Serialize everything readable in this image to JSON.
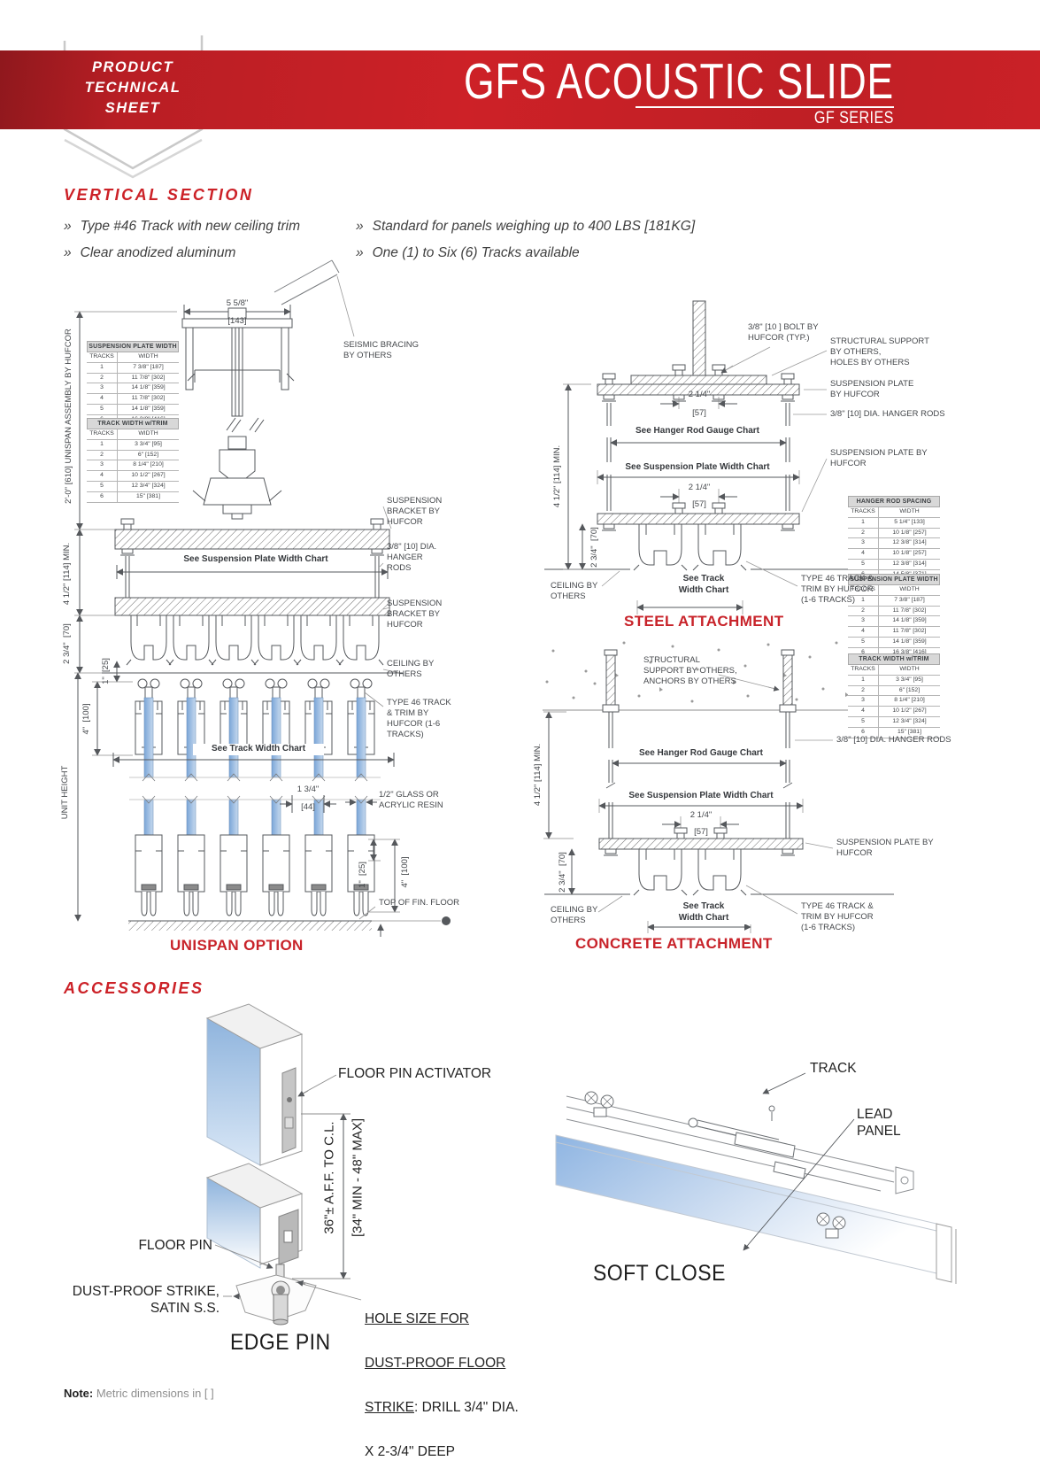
{
  "header": {
    "ribbon_line1": "PRODUCT",
    "ribbon_line2": "TECHNICAL",
    "ribbon_line3": "SHEET",
    "title": "GFS ACOUSTIC SLIDE",
    "series": "GF SERIES",
    "accent_red": "#cc2127"
  },
  "vertical_section": {
    "heading": "VERTICAL SECTION",
    "marker": "»",
    "col1": [
      {
        "text": "Type #46 Track with new ceiling trim"
      },
      {
        "text": "Clear anodized aluminum"
      }
    ],
    "col2": [
      {
        "text": "Standard for panels weighing up to 400 LBS [181KG]"
      },
      {
        "text": "One (1) to Six (6) Tracks available"
      }
    ]
  },
  "tables": {
    "suspension_plate": {
      "title": "SUSPENSION PLATE WIDTH",
      "headers": [
        "TRACKS",
        "WIDTH"
      ],
      "rows": [
        [
          "1",
          "7 3/8\" [187]"
        ],
        [
          "2",
          "11 7/8\" [302]"
        ],
        [
          "3",
          "14 1/8\" [359]"
        ],
        [
          "4",
          "11 7/8\" [302]"
        ],
        [
          "5",
          "14 1/8\" [359]"
        ],
        [
          "6",
          "16 3/8\" [416]"
        ]
      ]
    },
    "track_width": {
      "title": "TRACK WIDTH w/TRIM",
      "headers": [
        "TRACKS",
        "WIDTH"
      ],
      "rows": [
        [
          "1",
          "3 3/4\" [95]"
        ],
        [
          "2",
          "6\" [152]"
        ],
        [
          "3",
          "8 1/4\" [210]"
        ],
        [
          "4",
          "10 1/2\" [267]"
        ],
        [
          "5",
          "12 3/4\" [324]"
        ],
        [
          "6",
          "15\" [381]"
        ]
      ]
    },
    "hanger_rod": {
      "title": "HANGER ROD SPACING",
      "headers": [
        "TRACKS",
        "WIDTH"
      ],
      "rows": [
        [
          "1",
          "5 1/4\" [133]"
        ],
        [
          "2",
          "10 1/8\" [257]"
        ],
        [
          "3",
          "12 3/8\" [314]"
        ],
        [
          "4",
          "10 1/8\" [257]"
        ],
        [
          "5",
          "12 3/8\" [314]"
        ],
        [
          "6",
          "14 5/8\" [371]"
        ]
      ]
    }
  },
  "unispan": {
    "caption": "UNISPAN OPTION",
    "dim_top": "5 5/8\"",
    "dim_top_mm": "[143]",
    "seismic": "SEISMIC BRACING\nBY OTHERS",
    "left_assembly": "2'-0\" [610] UNISPAN ASSEMBLY BY HUFCOR",
    "dim_min": "4 1/2\" [114] MIN.",
    "dim_234": "2 3/4\"  [70]",
    "dim_1": "1\"  [25]",
    "dim_4": "4\"  [100]",
    "unit_height": "UNIT HEIGHT",
    "see_plate": "See Suspension Plate Width Chart",
    "see_track": "See Track Width Chart",
    "susp_bracket": "SUSPENSION\nBRACKET BY\nHUFCOR",
    "hanger_rods": "3/8\" [10] DIA.\nHANGER\nRODS",
    "susp_bracket2": "SUSPENSION\nBRACKET BY\nHUFCOR",
    "ceiling": "CEILING BY\nOTHERS",
    "type46": "TYPE 46 TRACK\n& TRIM BY\nHUFCOR (1-6\nTRACKS)",
    "glass": "1/2\" GLASS OR\nACRYLIC RESIN",
    "dim_134": "1 3/4\"",
    "dim_134_mm": "[44]",
    "dim_1b": "1\"  [25]",
    "dim_4b": "4\"  [100]",
    "floor": "TOP OF FIN. FLOOR"
  },
  "steel": {
    "caption": "STEEL ATTACHMENT",
    "bolt": "3/8\" [10 ] BOLT BY\nHUFCOR (TYP.)",
    "structural": "STRUCTURAL SUPPORT\nBY OTHERS,\nHOLES BY OTHERS",
    "susp_plate": "SUSPENSION PLATE\nBY HUFCOR",
    "rods": "3/8\" [10] DIA. HANGER RODS",
    "dim_214a": "2 1/4\"",
    "dim_mm_a": "[57]",
    "see_rod": "See Hanger Rod Gauge Chart",
    "see_plate": "See Suspension Plate Width Chart",
    "susp_plate2": "SUSPENSION PLATE BY\nHUFCOR",
    "dim_214b": "2 1/4\"",
    "dim_mm_b": "[57]",
    "dim_min": "4 1/2\" [114] MIN.",
    "dim_234": "2 3/4\"  [70]",
    "ceiling": "CEILING BY\nOTHERS",
    "see_track": "See Track\nWidth Chart",
    "type46": "TYPE 46 TRACK &\nTRIM BY HUFCOR\n(1-6 TRACKS)"
  },
  "concrete": {
    "caption": "CONCRETE ATTACHMENT",
    "structural": "STRUCTURAL\nSUPPORT BY OTHERS,\nANCHORS BY OTHERS",
    "rods": "3/8\" [10] DIA. HANGER RODS",
    "see_rod": "See Hanger Rod Gauge Chart",
    "see_plate": "See Suspension Plate Width Chart",
    "dim_214": "2 1/4\"",
    "dim_mm": "[57]",
    "susp_plate": "SUSPENSION PLATE BY\nHUFCOR",
    "dim_min": "4 1/2\" [114] MIN.",
    "dim_234": "2 3/4\"  [70]",
    "ceiling": "CEILING BY\nOTHERS",
    "see_track": "See Track\nWidth Chart",
    "type46": "TYPE 46 TRACK &\nTRIM BY HUFCOR\n(1-6 TRACKS)"
  },
  "accessories": {
    "heading": "ACCESSORIES",
    "floor_pin_activator": "FLOOR PIN ACTIVATOR",
    "floor_pin": "FLOOR PIN",
    "dust_proof": "DUST-PROOF STRIKE,\nSATIN S.S.",
    "edge_pin_caption": "EDGE PIN",
    "dim_line1": "36\"± A.F.F. TO C.L.",
    "dim_line2": "[34\" MIN - 48\" MAX]",
    "hole1": "HOLE SIZE FOR",
    "hole2": "DUST-PROOF FLOOR",
    "hole3_u": "STRIKE",
    "hole3_rest": ": DRILL 3/4\" DIA.",
    "hole4": "X 2-3/4\" DEEP",
    "track": "TRACK",
    "lead_panel": "LEAD\nPANEL",
    "soft_close_caption": "SOFT CLOSE"
  },
  "note": {
    "prefix": "Note:",
    "text": " Metric dimensions in [ ]"
  }
}
